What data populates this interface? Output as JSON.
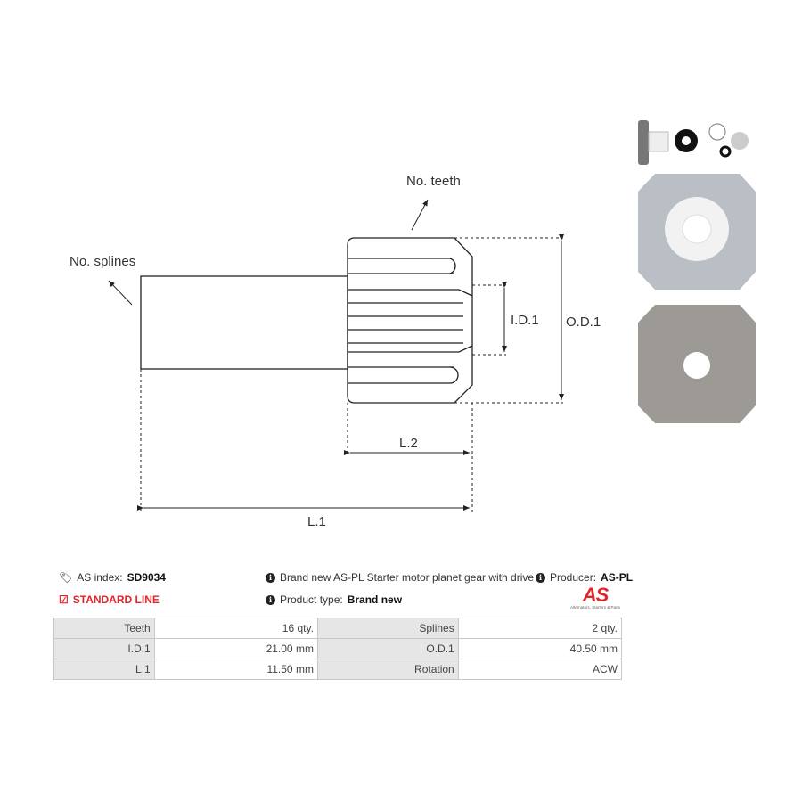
{
  "drawing": {
    "no_teeth": "No. teeth",
    "no_splines": "No. splines",
    "id1": "I.D.1",
    "od1": "O.D.1",
    "l2": "L.2",
    "l1": "L.1"
  },
  "info": {
    "as_index_label": "AS index:",
    "as_index_value": "SD9034",
    "standard_line": "STANDARD LINE",
    "description": "Brand new AS-PL Starter motor planet gear with drive",
    "product_type_label": "Product type:",
    "product_type_value": "Brand new",
    "producer_label": "Producer:",
    "producer_value": "AS-PL",
    "logo_text": "AS",
    "logo_tagline": "Alternators, Starters & Parts"
  },
  "colors": {
    "accent": "#e0262b",
    "header_bg": "#e6e6e6"
  },
  "specs": [
    {
      "k1": "Teeth",
      "v1": "16 qty.",
      "k2": "Splines",
      "v2": "2 qty."
    },
    {
      "k1": "I.D.1",
      "v1": "21.00 mm",
      "k2": "O.D.1",
      "v2": "40.50 mm"
    },
    {
      "k1": "L.1",
      "v1": "11.50 mm",
      "k2": "Rotation",
      "v2": "ACW"
    }
  ]
}
